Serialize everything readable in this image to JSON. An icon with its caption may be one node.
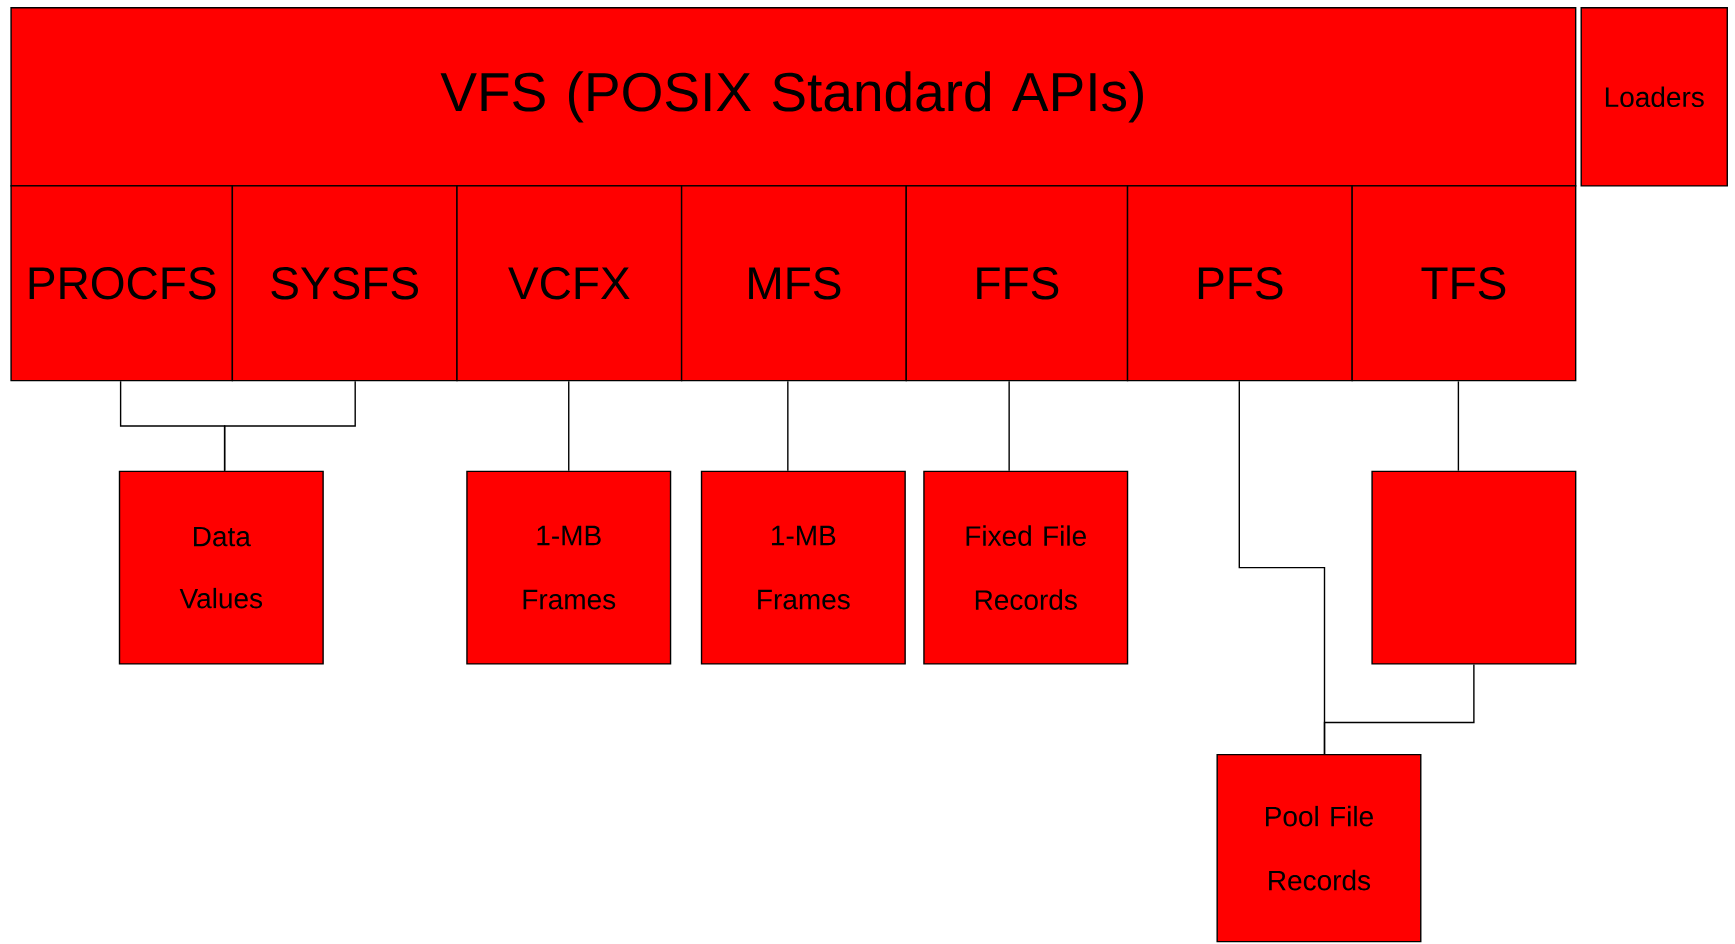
{
  "diagram": {
    "nodes": [
      {
        "text": [
          "VFS (POSIX Standard APIs)"
        ]
      },
      {
        "text": [
          "Loaders"
        ]
      },
      {
        "text": [
          "PROCFS"
        ]
      },
      {
        "text": [
          "SYSFS"
        ]
      },
      {
        "text": [
          "VCFX"
        ]
      },
      {
        "text": [
          "MFS"
        ]
      },
      {
        "text": [
          "FFS"
        ]
      },
      {
        "text": [
          "PFS"
        ]
      },
      {
        "text": [
          "TFS"
        ]
      },
      {
        "text": [
          "Data Values"
        ]
      },
      {
        "text": [
          "1-MB Frames"
        ]
      },
      {
        "text": [
          "1-MB Frames"
        ]
      },
      {
        "text": [
          "Fixed File Records"
        ]
      },
      {
        "text": [],
        "shape": "box"
      },
      {
        "text": [
          "Pool File Records"
        ]
      }
    ],
    "edges": [
      {
        "from": 2,
        "to": 9,
        "arrow": "none"
      },
      {
        "from": 3,
        "to": 9,
        "arrow": "none"
      },
      {
        "from": 4,
        "to": 10,
        "arrow": "none"
      },
      {
        "from": 5,
        "to": 11,
        "arrow": "none"
      },
      {
        "from": 6,
        "to": 12,
        "arrow": "none"
      },
      {
        "from": 7,
        "to": 14,
        "arrow": "none"
      },
      {
        "from": 8,
        "to": 13,
        "arrow": "none"
      },
      {
        "from": 13,
        "to": 14,
        "arrow": "none"
      }
    ]
  }
}
